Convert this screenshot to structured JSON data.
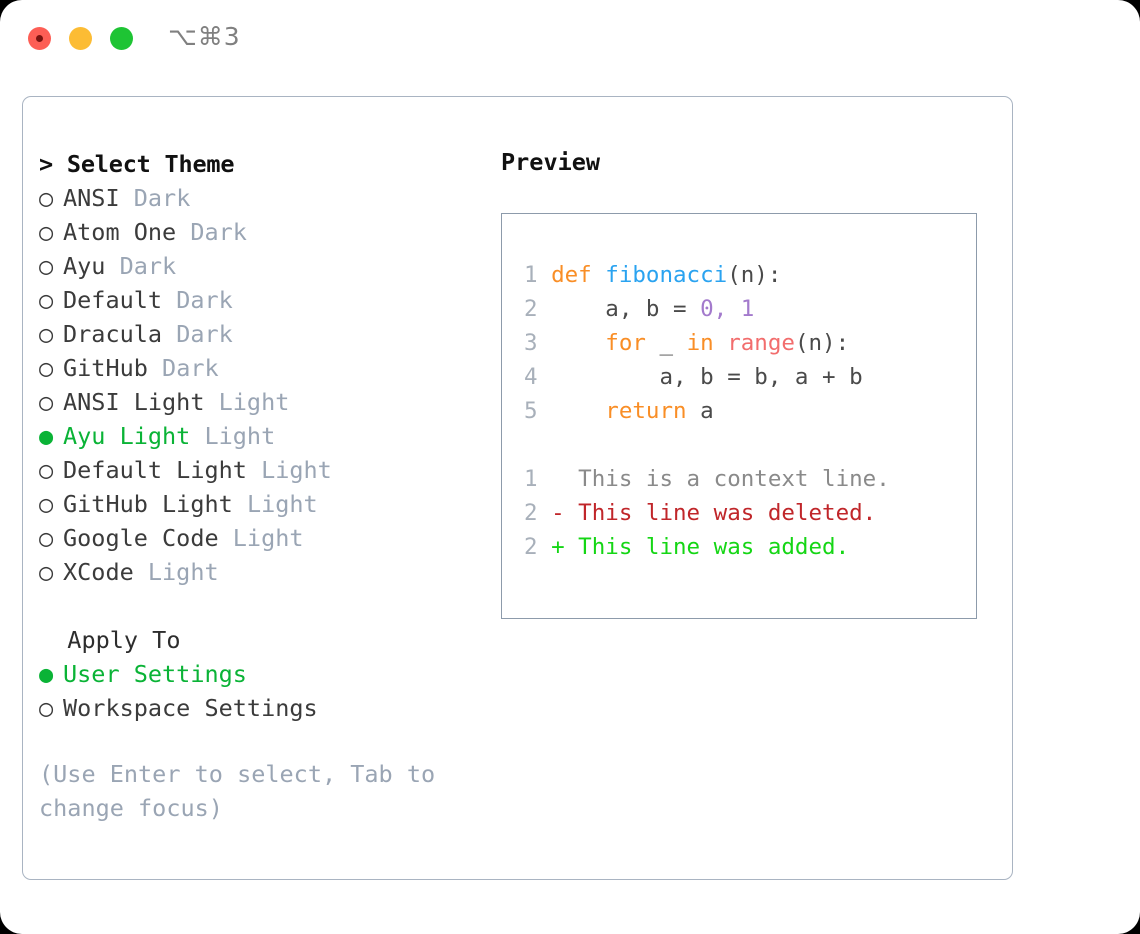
{
  "window": {
    "traffic_lights": [
      "close-red",
      "minimize-yellow",
      "maximize-green"
    ],
    "shortcut": "⌥⌘3"
  },
  "theme_panel": {
    "heading_prefix": "> ",
    "heading": "Select Theme",
    "radio_unselected": "○ ",
    "radio_selected": "● ",
    "selected_theme": "Ayu Light",
    "accent_color": "#0ab336",
    "muted_color": "#9aa5b4",
    "items": [
      {
        "name": "ANSI",
        "kind": "Dark",
        "selected": false
      },
      {
        "name": "Atom One",
        "kind": "Dark",
        "selected": false
      },
      {
        "name": "Ayu",
        "kind": "Dark",
        "selected": false
      },
      {
        "name": "Default",
        "kind": "Dark",
        "selected": false
      },
      {
        "name": "Dracula",
        "kind": "Dark",
        "selected": false
      },
      {
        "name": "GitHub",
        "kind": "Dark",
        "selected": false
      },
      {
        "name": "ANSI Light",
        "kind": "Light",
        "selected": false
      },
      {
        "name": "Ayu Light",
        "kind": "Light",
        "selected": true
      },
      {
        "name": "Default Light",
        "kind": "Light",
        "selected": false
      },
      {
        "name": "GitHub Light",
        "kind": "Light",
        "selected": false
      },
      {
        "name": "Google Code",
        "kind": "Light",
        "selected": false
      },
      {
        "name": "XCode",
        "kind": "Light",
        "selected": false
      }
    ]
  },
  "apply_to": {
    "heading": "  Apply To",
    "selected_option": "User Settings",
    "options": [
      {
        "label": "User Settings",
        "selected": true
      },
      {
        "label": "Workspace Settings",
        "selected": false
      }
    ]
  },
  "hint": {
    "line1": "(Use Enter to select, Tab to",
    "line2": "change focus)"
  },
  "preview": {
    "title": "Preview",
    "code_lines": [
      {
        "num": "1",
        "tokens": [
          {
            "t": "def",
            "c": "kw"
          },
          {
            "t": " ",
            "c": "pun"
          },
          {
            "t": "fibonacci",
            "c": "fn"
          },
          {
            "t": "(n):",
            "c": "pun"
          }
        ]
      },
      {
        "num": "2",
        "tokens": [
          {
            "t": "    a, b = ",
            "c": "pun"
          },
          {
            "t": "0",
            "c": "num"
          },
          {
            "t": ", ",
            "c": "num"
          },
          {
            "t": "1",
            "c": "num"
          }
        ]
      },
      {
        "num": "3",
        "tokens": [
          {
            "t": "    ",
            "c": "pun"
          },
          {
            "t": "for",
            "c": "kw"
          },
          {
            "t": " _ ",
            "c": "pun"
          },
          {
            "t": "in",
            "c": "kw"
          },
          {
            "t": " ",
            "c": "pun"
          },
          {
            "t": "range",
            "c": "call"
          },
          {
            "t": "(n):",
            "c": "pun"
          }
        ]
      },
      {
        "num": "4",
        "tokens": [
          {
            "t": "        a, b = b, a + b",
            "c": "pun"
          }
        ]
      },
      {
        "num": "5",
        "tokens": [
          {
            "t": "    ",
            "c": "pun"
          },
          {
            "t": "return",
            "c": "kw"
          },
          {
            "t": " a",
            "c": "pun"
          }
        ]
      }
    ],
    "diff_lines": [
      {
        "num": "1",
        "marker": "  ",
        "text": "This is a context line.",
        "kind": "ctx"
      },
      {
        "num": "2",
        "marker": "- ",
        "text": "This line was deleted.",
        "kind": "del"
      },
      {
        "num": "2",
        "marker": "+ ",
        "text": "This line was added.",
        "kind": "add"
      }
    ]
  }
}
